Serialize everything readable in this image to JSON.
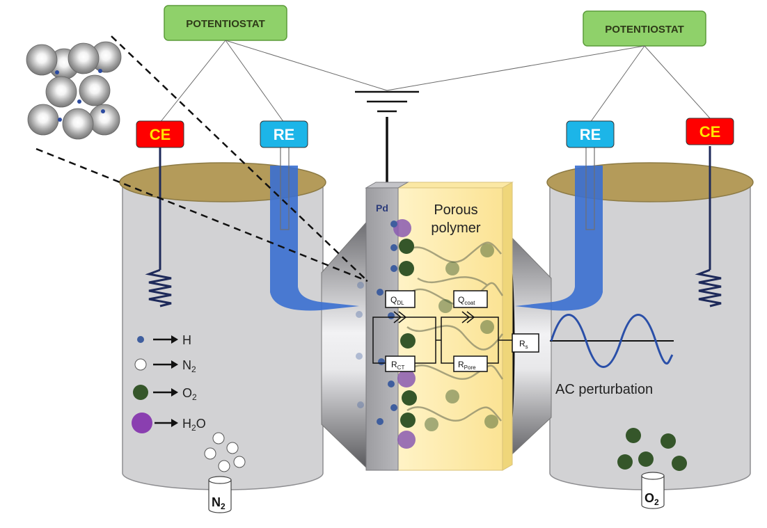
{
  "left_potentiostat": {
    "label": "POTENTIOSTAT"
  },
  "right_potentiostat": {
    "label": "POTENTIOSTAT"
  },
  "left_cell": {
    "ce_label": "CE",
    "re_label": "RE",
    "gas_label": "N",
    "gas_sub": "2"
  },
  "right_cell": {
    "ce_label": "CE",
    "re_label": "RE",
    "gas_label": "O",
    "gas_sub": "2",
    "ac_label": "AC perturbation"
  },
  "membrane": {
    "pd_label": "Pd",
    "polymer_label_1": "Porous",
    "polymer_label_2": "polymer"
  },
  "circuit": {
    "q_dl": "Q",
    "q_dl_sub": "DL",
    "r_ct": "R",
    "r_ct_sub": "CT",
    "q_coat": "Q",
    "q_coat_sub": "coat",
    "r_pore": "R",
    "r_pore_sub": "Pore",
    "r_s": "R",
    "r_s_sub": "s"
  },
  "legend": [
    {
      "symbol": "hydrogen-dot",
      "label": "H",
      "sub": ""
    },
    {
      "symbol": "nitrogen-dot",
      "label": "N",
      "sub": "2"
    },
    {
      "symbol": "oxygen-dot",
      "label": "O",
      "sub": "2"
    },
    {
      "symbol": "water-dot",
      "label": "H",
      "sub": "2",
      "tail": "O"
    }
  ],
  "colors": {
    "potentiostat_fill": "#8fd16a",
    "ce_fill": "#ff0000",
    "re_fill": "#1cb5e8",
    "cell_fill": "#d2d2d4",
    "cell_top": "#b49b5a",
    "polymer": "#fde9a6",
    "pd": "#a9a9ad",
    "electrolyte_blue": "#3a6fd0",
    "hydrogen": "#3f5e9e",
    "oxygen": "#35562a",
    "water": "#8a5bb0"
  }
}
